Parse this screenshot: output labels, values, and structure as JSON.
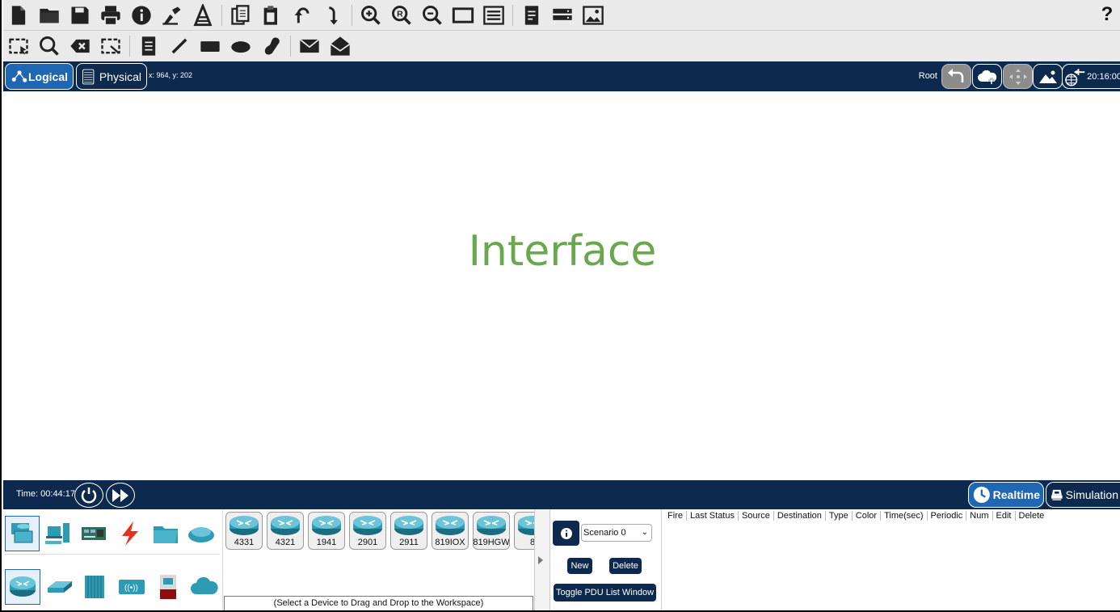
{
  "toolbar_top": {
    "icons": [
      "new-file-icon",
      "open-folder-icon",
      "save-icon",
      "print-icon",
      "info-icon",
      "activity-wizard-icon",
      "network-tower-icon",
      "copy-icon",
      "paste-icon",
      "undo-icon",
      "redo-icon",
      "zoom-in-icon",
      "zoom-reset-icon",
      "zoom-out-icon",
      "drawing-palette-icon",
      "custom-devices-dialog-icon",
      "view-command-log-icon",
      "server-rack-icon",
      "image-viewer-icon"
    ],
    "help_label": "?"
  },
  "toolbar_second": {
    "icons": [
      "select-icon",
      "inspect-icon",
      "delete-icon",
      "resize-shape-icon",
      "place-note-icon",
      "draw-line-icon",
      "draw-rectangle-icon",
      "draw-ellipse-icon",
      "draw-freeform-icon",
      "add-simple-pdu-icon",
      "add-complex-pdu-icon"
    ]
  },
  "workspace_bar": {
    "logical_label": "Logical",
    "physical_label": "Physical",
    "coords": "x: 964, y: 202",
    "root_label": "Root",
    "clock": "20:16:00"
  },
  "workspace": {
    "overlay_title": "Interface"
  },
  "time_bar": {
    "time_label": "Time: 00:44:17",
    "realtime_label": "Realtime",
    "simulation_label": "Simulation"
  },
  "device_panel": {
    "devices": [
      "4331",
      "4321",
      "1941",
      "2901",
      "2911",
      "819IOX",
      "819HGW",
      "8"
    ],
    "hint": "(Select a Device to Drag and Drop to the Workspace)"
  },
  "scenario_panel": {
    "scenario": "Scenario 0",
    "new_label": "New",
    "delete_label": "Delete",
    "toggle_label": "Toggle PDU List Window"
  },
  "pdu_list": {
    "columns": [
      "Fire",
      "Last Status",
      "Source",
      "Destination",
      "Type",
      "Color",
      "Time(sec)",
      "Periodic",
      "Num",
      "Edit",
      "Delete"
    ]
  },
  "colors": {
    "navy": "#0d2a4e",
    "accent_blue": "#1f66b3",
    "toolbar_bg": "#eaeaea",
    "overlay_green": "#6aa84f",
    "device_teal": "#2e9bb5"
  }
}
